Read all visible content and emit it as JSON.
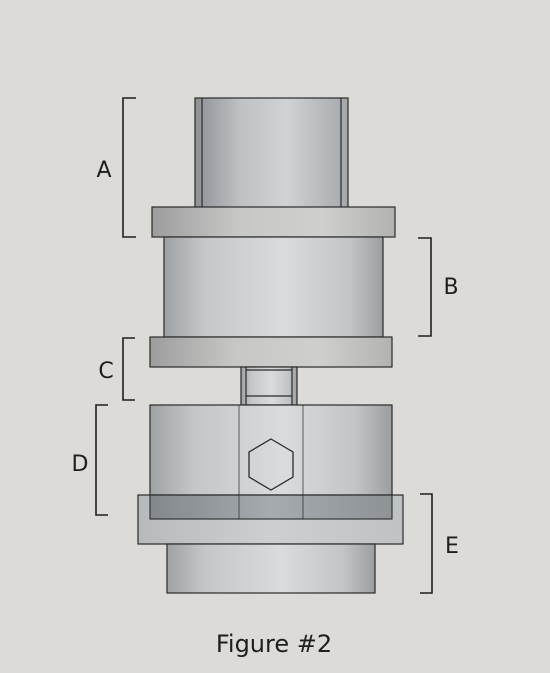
{
  "figure": {
    "caption": "Figure #2",
    "labels": {
      "a": "A",
      "b": "B",
      "c": "C",
      "d": "D",
      "e": "E"
    }
  },
  "colors": {
    "background": "#dcdbd8",
    "part_light": "#d6d9db",
    "part_mid": "#b9bcbe",
    "part_dark": "#8f9397",
    "outline": "#2a2a2a",
    "text": "#1e1e1e"
  }
}
